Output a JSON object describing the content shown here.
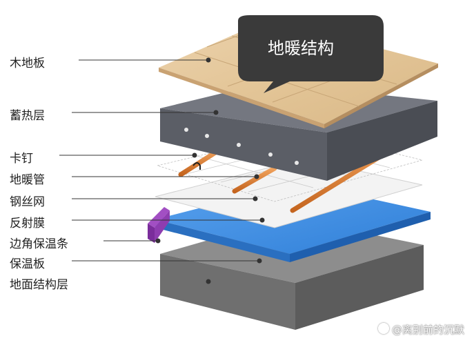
{
  "bubble": {
    "text": "地暖结构",
    "color": "#3a3a3a"
  },
  "labels": [
    "木地板",
    "蓄热层",
    "卡钉",
    "地暖管",
    "钢丝网",
    "反射膜",
    "边角保温条",
    "保温板",
    "地面结构层"
  ],
  "watermark": {
    "icon": "paw-icon",
    "text": "@离别前的沉默"
  },
  "colors": {
    "wood": "#e5c9a0",
    "concrete": "#6e7179",
    "reflective": "#f1f1f1",
    "pipe": "#d8792f",
    "insulation": "#3f8be0",
    "edge_strip": "#8e3db0",
    "base": "#8a8a8a"
  }
}
